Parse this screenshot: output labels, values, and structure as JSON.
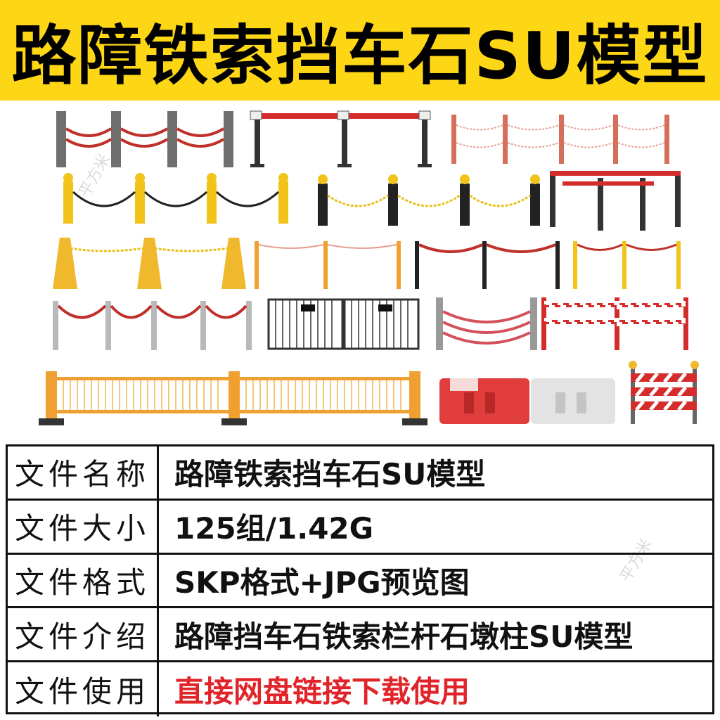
{
  "title": "路障铁索挡车石SU模型",
  "watermark": "平方米",
  "colors": {
    "title_bg": "#fdd616",
    "accent_red": "#e1242a",
    "text": "#111111"
  },
  "info": [
    {
      "label": "文件名称",
      "value": "路障铁索挡车石SU模型",
      "highlight": false
    },
    {
      "label": "文件大小",
      "value": "125组/1.42G",
      "highlight": false
    },
    {
      "label": "文件格式",
      "value": "SKP格式+JPG预览图",
      "highlight": false
    },
    {
      "label": "文件介绍",
      "value": "路障挡车石铁索栏杆石墩柱SU模型",
      "highlight": false
    },
    {
      "label": "文件使用",
      "value": "直接网盘链接下载使用",
      "highlight": true
    }
  ]
}
